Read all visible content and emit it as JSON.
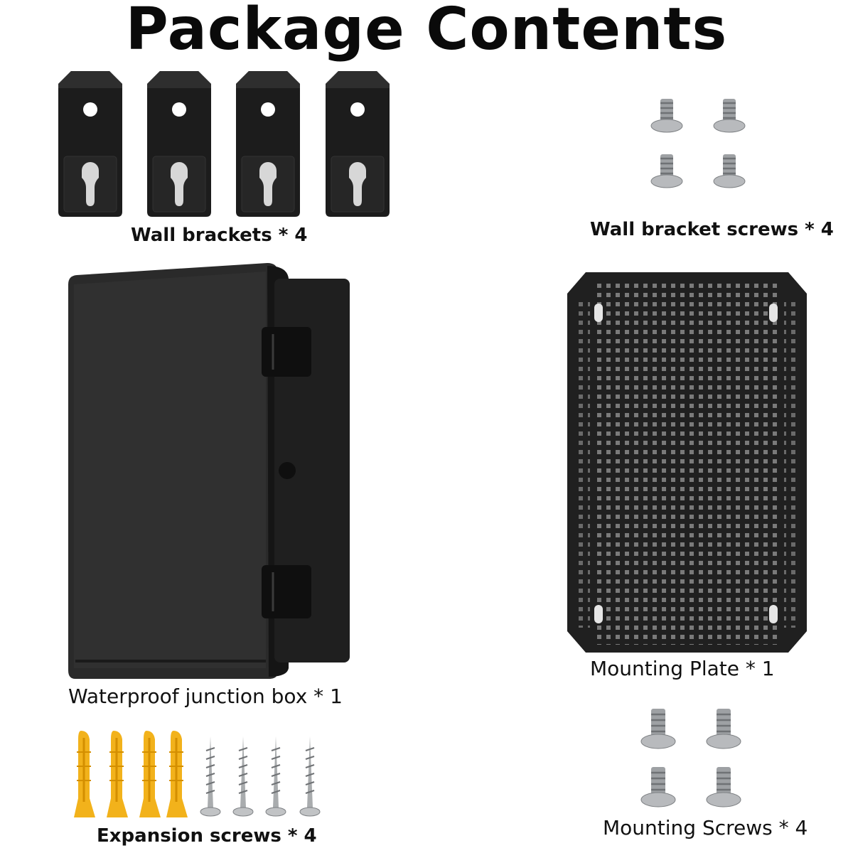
{
  "title": "Package Contents",
  "items": [
    {
      "label": "Wall brackets * 4"
    },
    {
      "label": "Wall bracket screws * 4"
    },
    {
      "label": "Waterproof junction box * 1"
    },
    {
      "label": "Mounting Plate * 1"
    },
    {
      "label": "Expansion screws * 4"
    },
    {
      "label": "Mounting Screws * 4"
    }
  ],
  "colors": {
    "box": "#2a2a2a",
    "bracket": "#1c1c1c",
    "plate": "#202020",
    "anchor": "#f2b21b",
    "screw": "#a9acae"
  }
}
